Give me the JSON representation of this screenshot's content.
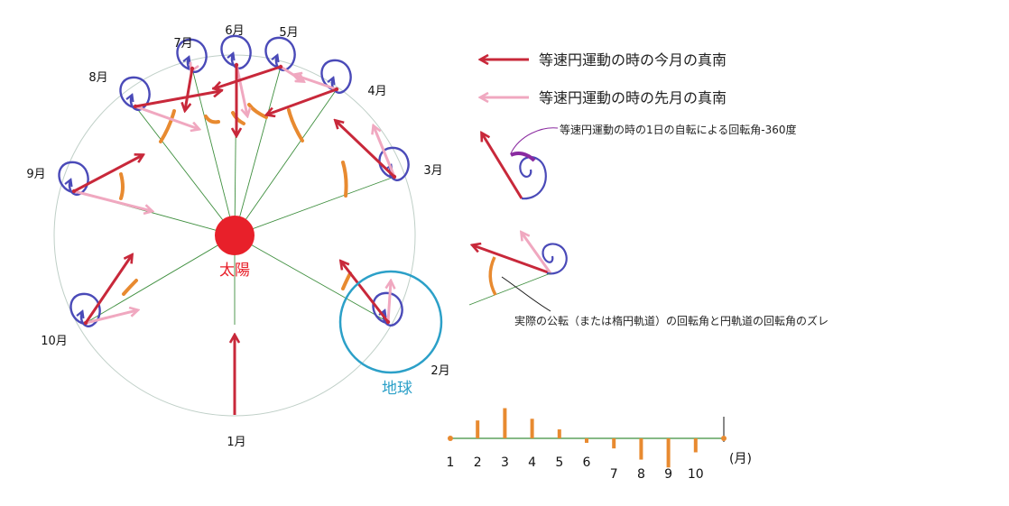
{
  "colors": {
    "orbit": "#bfcfc7",
    "spoke": "#3f8f3f",
    "sun": "#e8202a",
    "arrow_now": "#c8283a",
    "arrow_prev": "#f0a8c0",
    "spin": "#4a4ab8",
    "arc": "#e88a30",
    "earth_circle": "#2ca0c8",
    "purple": "#8a2aa0"
  },
  "labels": {
    "sun": "太陽",
    "earth": "地球"
  },
  "months": [
    {
      "label": "1月"
    },
    {
      "label": "2月"
    },
    {
      "label": "3月"
    },
    {
      "label": "4月"
    },
    {
      "label": "5月"
    },
    {
      "label": "6月"
    },
    {
      "label": "7月"
    },
    {
      "label": "8月"
    },
    {
      "label": "9月"
    },
    {
      "label": "10月"
    }
  ],
  "legend": {
    "current": "等速円運動の時の今月の真南",
    "previous": "等速円運動の時の先月の真南",
    "rotation": "等速円運動の時の1日の自転による回転角-360度",
    "deviation": "実際の公転（または楕円軌道）の回転角と円軌道の回転角のズレ"
  },
  "chart_data": {
    "type": "bar",
    "categories": [
      "1",
      "2",
      "3",
      "4",
      "5",
      "6",
      "7",
      "8",
      "9",
      "10"
    ],
    "values": [
      0,
      3.2,
      5.4,
      3.5,
      1.6,
      -0.8,
      -1.8,
      -3.8,
      -5.2,
      -2.5
    ],
    "xlabel": "(月)",
    "ylabel": ""
  }
}
